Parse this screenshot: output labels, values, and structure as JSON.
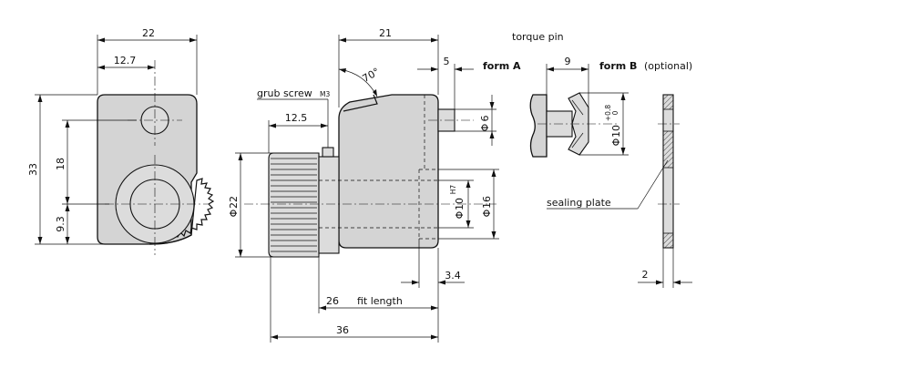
{
  "labels": {
    "torque_pin": "torque pin",
    "form_a": "form A",
    "form_b": "form B",
    "optional": "(optional)",
    "grub_screw": "grub screw",
    "grub_screw_size": "M3",
    "sealing_plate": "sealing plate",
    "fit_length": "fit length"
  },
  "dims": {
    "d22_top": "22",
    "d12_7": "12.7",
    "d33": "33",
    "d18": "18",
    "d9_3": "9.3",
    "d21": "21",
    "angle70": "70°",
    "d5": "5",
    "d12_5": "12.5",
    "d6": "6",
    "dia22": "22",
    "dia10": "10",
    "dia10_tol": "H7",
    "dia16": "16",
    "d3_4": "3.4",
    "d26": "26",
    "d36": "36",
    "d9": "9",
    "dia10b": "10",
    "tol_upper": "+0.8",
    "tol_lower": "0",
    "d2": "2",
    "phi": "Φ"
  }
}
